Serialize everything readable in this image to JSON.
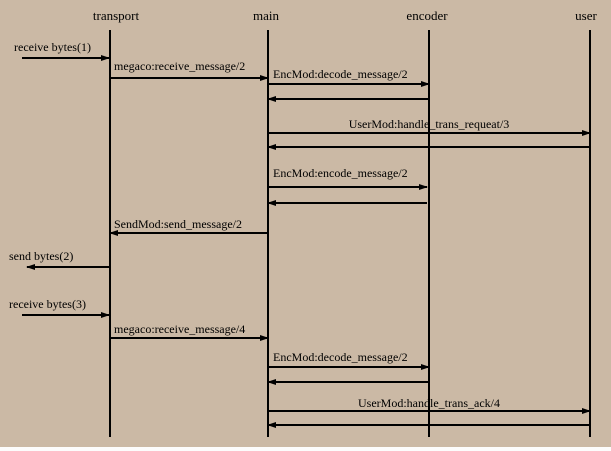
{
  "diagram": {
    "type": "sequence-chart",
    "background_color": "#cbb9a5",
    "line_color": "#000000",
    "actors": [
      {
        "name": "transport"
      },
      {
        "name": "main"
      },
      {
        "name": "encoder"
      },
      {
        "name": "user"
      }
    ],
    "messages": [
      {
        "label": "receive bytes(1)",
        "from": "environment",
        "to": "transport",
        "direction": "right",
        "has_return": false
      },
      {
        "label": "megaco:receive_message/2",
        "from": "transport",
        "to": "main",
        "direction": "right",
        "has_return": false
      },
      {
        "label": "EncMod:decode_message/2",
        "from": "main",
        "to": "encoder",
        "direction": "right",
        "has_return": true
      },
      {
        "label": "UserMod:handle_trans_requeat/3",
        "from": "main",
        "to": "user",
        "direction": "right",
        "has_return": true
      },
      {
        "label": "EncMod:encode_message/2",
        "from": "main",
        "to": "encoder",
        "direction": "right",
        "has_return": true
      },
      {
        "label": "SendMod:send_message/2",
        "from": "main",
        "to": "transport",
        "direction": "left",
        "has_return": false
      },
      {
        "label": "send bytes(2)",
        "from": "transport",
        "to": "environment",
        "direction": "left",
        "has_return": false
      },
      {
        "label": "receive bytes(3)",
        "from": "environment",
        "to": "transport",
        "direction": "right",
        "has_return": false
      },
      {
        "label": "megaco:receive_message/4",
        "from": "transport",
        "to": "main",
        "direction": "right",
        "has_return": false
      },
      {
        "label": "EncMod:decode_message/2",
        "from": "main",
        "to": "encoder",
        "direction": "right",
        "has_return": true
      },
      {
        "label": "UserMod:handle_trans_ack/4",
        "from": "main",
        "to": "user",
        "direction": "right",
        "has_return": true
      }
    ]
  }
}
